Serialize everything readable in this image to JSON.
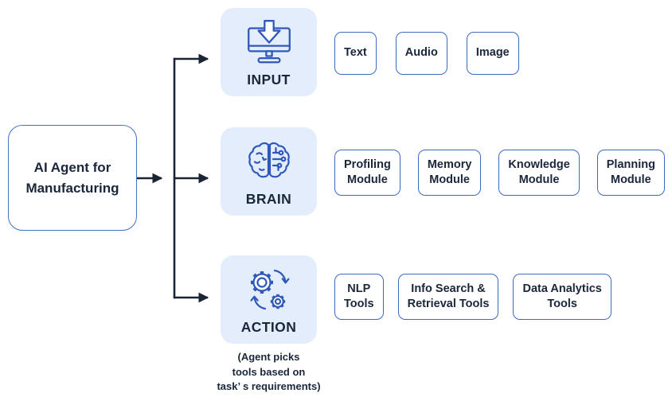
{
  "root": {
    "label": "AI Agent for\nManufacturing"
  },
  "branches": {
    "input": {
      "label": "INPUT",
      "icon": "monitor-download-icon",
      "items": [
        "Text",
        "Audio",
        "Image"
      ]
    },
    "brain": {
      "label": "BRAIN",
      "icon": "brain-icon",
      "items": [
        "Profiling\nModule",
        "Memory\nModule",
        "Knowledge\nModule",
        "Planning\nModule"
      ]
    },
    "action": {
      "label": "ACTION",
      "icon": "gears-icon",
      "items": [
        "NLP\nTools",
        "Info Search &\nRetrieval Tools",
        "Data Analytics\nTools"
      ],
      "caption": "(Agent picks\ntools based on\ntask’ s requirements)"
    }
  },
  "colors": {
    "block_bg": "#e4edfb",
    "box_border": "#3f6abf",
    "root_border": "#4472c4",
    "icon_stroke": "#2f58ba",
    "connector": "#1b2433",
    "text_dark": "#1a2639",
    "background": "#ffffff"
  }
}
